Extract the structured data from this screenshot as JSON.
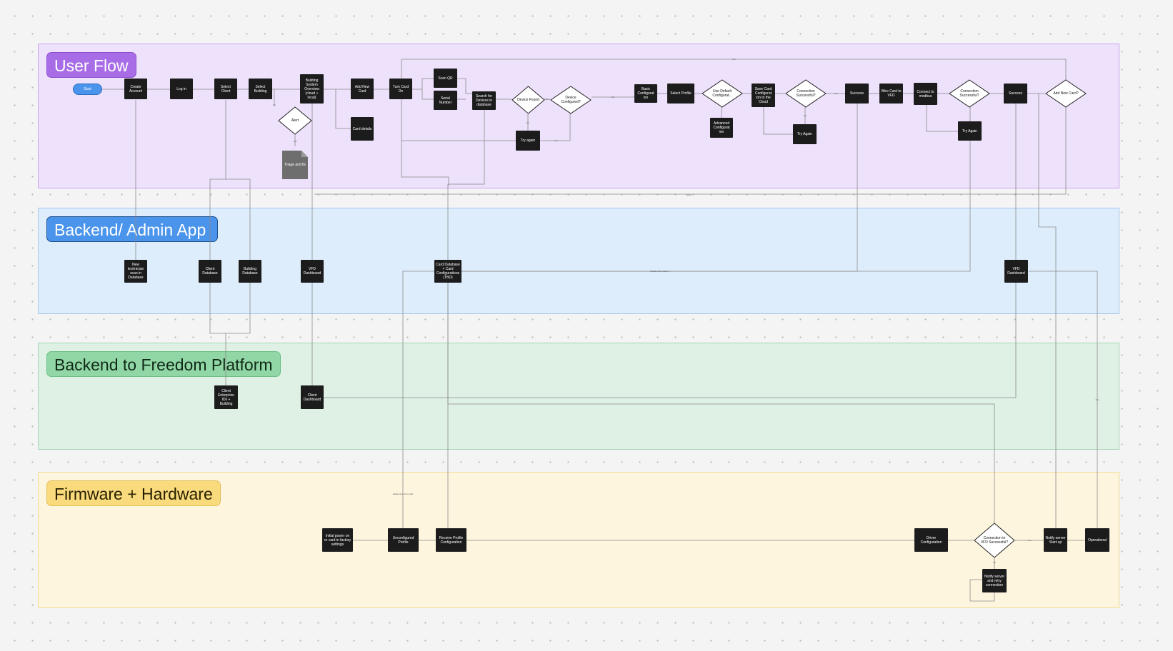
{
  "lanes": {
    "user": "User Flow",
    "backend": "Backend/ Admin App",
    "freedom": "Backend to Freedom Platform",
    "firmware": "Firmware + Hardware"
  },
  "nodes": {
    "start": "Start",
    "create_account": "Create Account",
    "log_in": "Log in",
    "select_client": "Select Client",
    "select_building": "Select Building",
    "building_system_overview": "Building System Overview (cloud + local)",
    "add_new_card": "Add New Card",
    "turn_card_on": "Turn Card On",
    "scan_qr": "Scan QR",
    "serial_number": "Serial Number",
    "search_devices": "Search for Devices in database",
    "card_details": "Card details",
    "try_again_1": "Try again",
    "basic_configuration": "Basic Configurat ion",
    "select_profile": "Select Profile",
    "advanced_configuration": "Advanced Configurat ion",
    "save_card_configuration": "Save Card Configurat ion to the Cloud",
    "try_again_2": "Try Again",
    "success_1": "Success",
    "wire_card_to_vfd": "Wire Card to VFD",
    "connect_to_modbus": "Connect to modbus",
    "try_again_3": "Try Again",
    "success_2": "Success",
    "new_technician": "New technician scan in Database",
    "client_database": "Client Database",
    "building_database": "Building Database",
    "vfd_dashboard_backend": "VFD Dashboard",
    "card_database": "Card Database + Card Configurations (TBD)",
    "vfd_dashboard_2": "VFD Dashboard",
    "client_enterprise": "Client Enterprise IDs + Building",
    "client_dashboard": "Client Dashboard",
    "initial_power_on": "Initial power on or card in factory settings",
    "unconfigured_profile": "Unconfigured Profile",
    "receive_profile": "Receive Profile Configuration",
    "driver_configuration": "Driver Configuration",
    "notify_server_retry": "Notify server and retry connection",
    "notify_server_start": "Notify server Start up",
    "operational": "Operational"
  },
  "decisions": {
    "alert": "Alert",
    "device_found": "Device Found",
    "device_configured": "Device Configured?",
    "use_default_config": "Use Default Configurat...",
    "connection_successful_1": "Connection Successful?",
    "connection_successful_2": "Connection Successful?",
    "add_new_card_q": "Add New Card?",
    "connection_to_vfd": "Connection to VFD Successful?"
  },
  "documents": {
    "triage_fix": "Triage and fix"
  },
  "edge_labels": {
    "yes_top": "Yes",
    "no_alert": "No",
    "yes_alert": "Yes",
    "yes_device": "Yes",
    "no_device": "No",
    "yes_try": "Yes",
    "no_config": "No",
    "yes_conn1": "Yes",
    "no_conn1": "No",
    "done": "Done",
    "update_info": "Update information in",
    "firmware_set": "datasource from card",
    "yes_vfd": "Yes",
    "no_vfd": "No",
    "bottom": "Yes"
  },
  "colors": {
    "user_lane": "#eee1fb",
    "backend_lane": "#deedfc",
    "freedom_lane": "#dff0e5",
    "firmware_lane": "#fdf5dd",
    "node_fill": "#1c1c1c",
    "start_fill": "#4a94ec"
  }
}
